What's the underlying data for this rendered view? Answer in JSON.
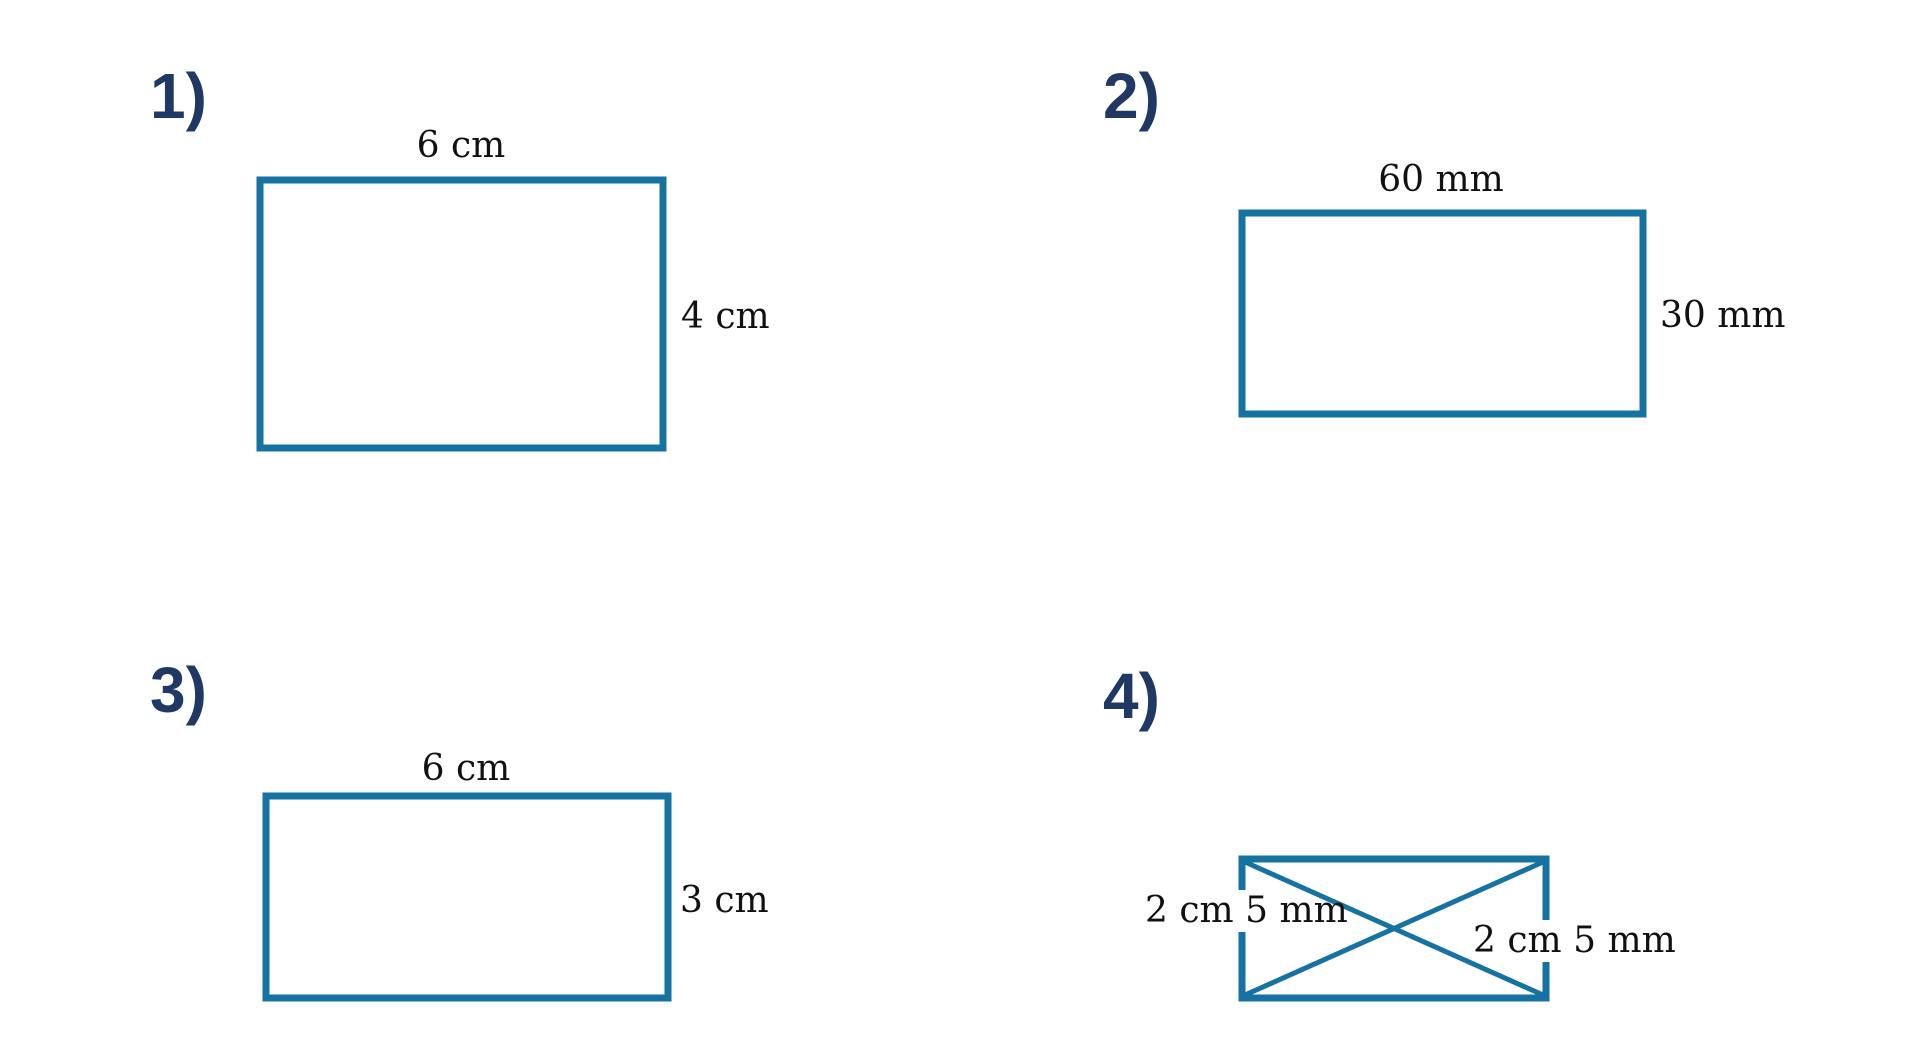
{
  "colors": {
    "shape": "#1672a1",
    "number": "#1f3864"
  },
  "figures": [
    {
      "number": "1)",
      "top": "6 cm",
      "side": "4 cm"
    },
    {
      "number": "2)",
      "top": "60 mm",
      "side": "30 mm"
    },
    {
      "number": "3)",
      "top": "6 cm",
      "side": "3 cm"
    },
    {
      "number": "4)",
      "left": "2 cm 5 mm",
      "right": "2 cm 5 mm"
    }
  ]
}
